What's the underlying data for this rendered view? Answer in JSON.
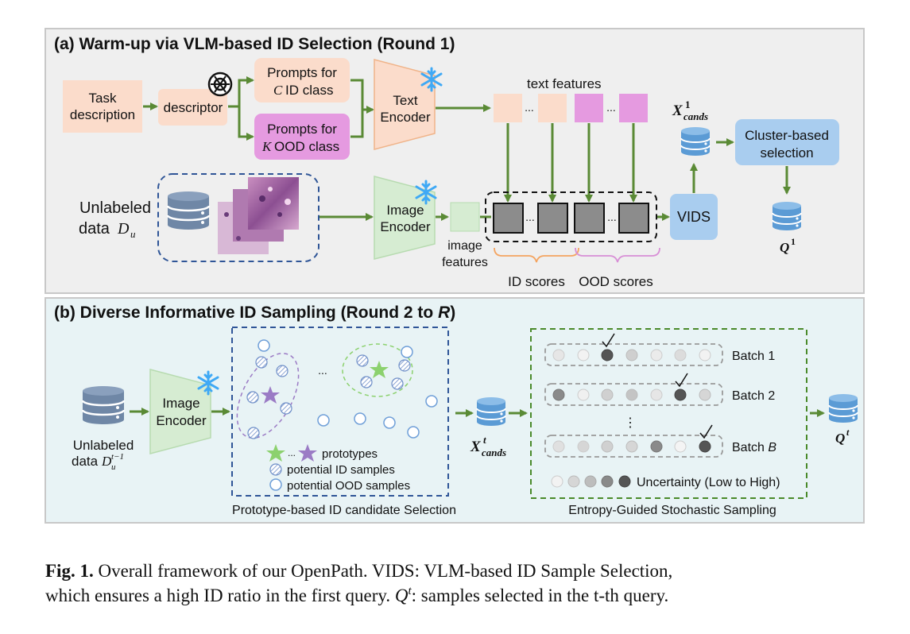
{
  "panel_a": {
    "title": "(a) Warm-up via VLM-based ID Selection (Round 1)",
    "task_line1": "Task",
    "task_line2": "description",
    "descriptor": "descriptor",
    "prompt_id_line1": "Prompts for",
    "prompt_id_var": "C",
    "prompt_id_line2": "ID class",
    "prompt_ood_line1": "Prompts for",
    "prompt_ood_var": "K",
    "prompt_ood_line2": "OOD class",
    "text_encoder_line1": "Text",
    "text_encoder_line2": "Encoder",
    "text_features": "text  features",
    "ellipsis": "...",
    "x_cands_main": "X",
    "x_cands_sup": "1",
    "x_cands_sub": "cands",
    "cluster_line1": "Cluster-based",
    "cluster_line2": "selection",
    "unlabeled_line1": "Unlabeled",
    "unlabeled_line2": "data",
    "unlabeled_var": "D",
    "unlabeled_sub": "u",
    "image_encoder_line1": "Image",
    "image_encoder_line2": "Encoder",
    "image_features_line1": "image",
    "image_features_line2": "features",
    "vids": "VIDS",
    "q_main": "Q",
    "q_sup": "1",
    "id_scores": "ID scores",
    "ood_scores": "OOD scores"
  },
  "panel_b": {
    "title_prefix": "(b) Diverse Informative ID Sampling (Round 2 to ",
    "title_var": "R",
    "title_suffix": ")",
    "unlabeled_line1": "Unlabeled",
    "unlabeled_line2": "data",
    "unlabeled_var": "D",
    "unlabeled_sub": "u",
    "unlabeled_sup": "t−1",
    "image_encoder_line1": "Image",
    "image_encoder_line2": "Encoder",
    "ellipsis": "...",
    "legend_prototypes": "prototypes",
    "legend_id": "potential ID samples",
    "legend_ood": "potential OOD samples",
    "prototype_caption": "Prototype-based ID candidate Selection",
    "x_cands_main": "X",
    "x_cands_sup": "t",
    "x_cands_sub": "cands",
    "batch1": "Batch 1",
    "batch2": "Batch 2",
    "batchB_prefix": "Batch ",
    "batchB_var": "B",
    "vdots": "⋮",
    "uncertainty": "Uncertainty (Low to High)",
    "entropy_caption": "Entropy-Guided Stochastic Sampling",
    "q_main": "Q",
    "q_sup": "t"
  },
  "caption": {
    "label": "Fig. 1.",
    "line1_rest": " Overall framework of our OpenPath. VIDS: VLM-based ID Sample Selection,",
    "line2_start": "which ensures a high ID ratio in the first query. ",
    "line2_q": "Q",
    "line2_q_sup": "t",
    "line2_end": ": samples selected in the t-th query."
  },
  "colors": {
    "panel_a_bg": "#efefef",
    "panel_b_bg": "#e8f3f5",
    "arrow": "#5a8a35",
    "peach": "#fbdccb",
    "pink": "#e59ae0",
    "blue_box": "#a9cdef",
    "green_enc": "#d6ecd2",
    "db": "#6f87a6"
  }
}
